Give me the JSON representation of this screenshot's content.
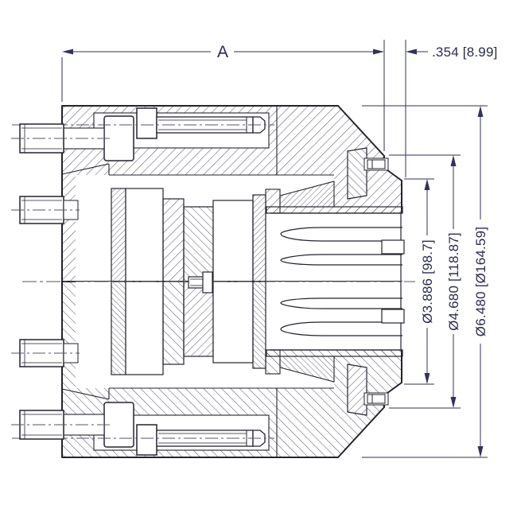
{
  "drawing": {
    "dimensions": {
      "width": "A",
      "offset": ".354 [8.99]",
      "dia_inner": "Ø3.886 [98.7]",
      "dia_middle": "Ø4.680 [118.87]",
      "dia_outer": "Ø6.480 [Ø164.59]"
    },
    "colors": {
      "line": "#23232e",
      "dimension_line": "#32325a",
      "text": "#2b2b4e",
      "background": "#ffffff"
    }
  }
}
